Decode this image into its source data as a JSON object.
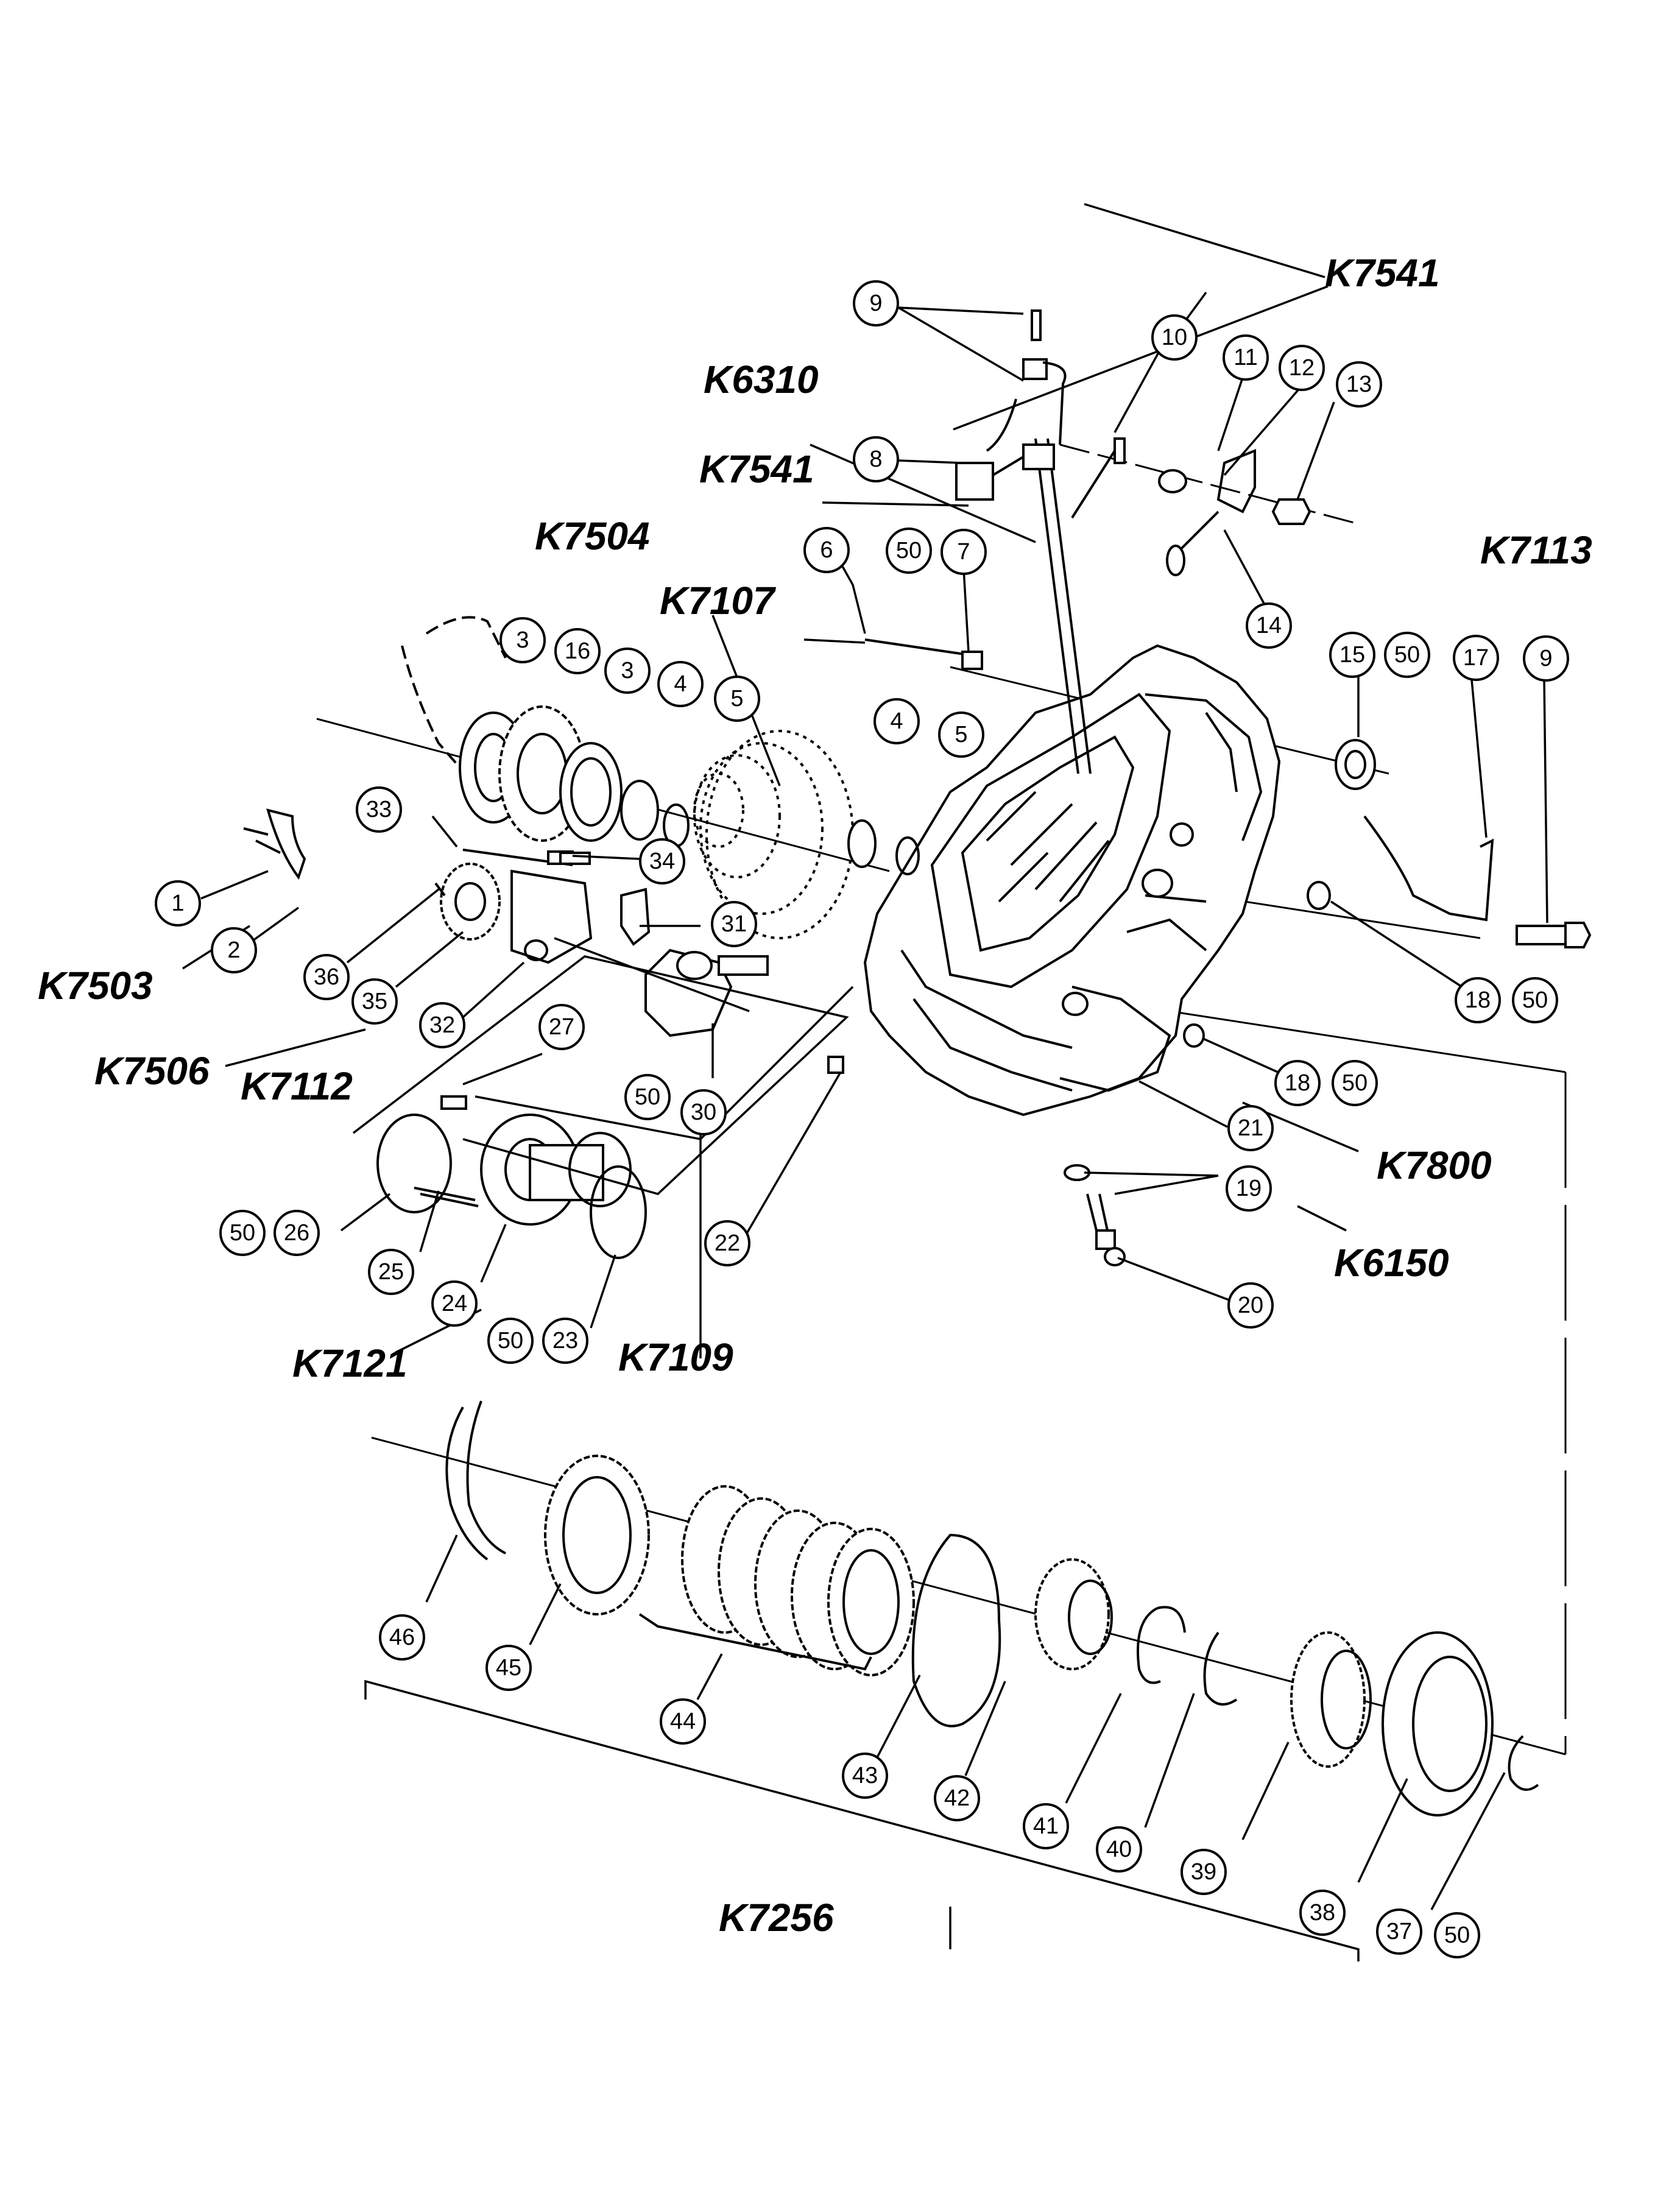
{
  "callouts": [
    {
      "id": "c1",
      "label": "1"
    },
    {
      "id": "c2",
      "label": "2"
    },
    {
      "id": "c3a",
      "label": "3"
    },
    {
      "id": "c16",
      "label": "16"
    },
    {
      "id": "c3b",
      "label": "3"
    },
    {
      "id": "c4a",
      "label": "4"
    },
    {
      "id": "c5a",
      "label": "5"
    },
    {
      "id": "c4b",
      "label": "4"
    },
    {
      "id": "c5b",
      "label": "5"
    },
    {
      "id": "c6",
      "label": "6"
    },
    {
      "id": "c50a",
      "label": "50"
    },
    {
      "id": "c7",
      "label": "7"
    },
    {
      "id": "c8",
      "label": "8"
    },
    {
      "id": "c9a",
      "label": "9"
    },
    {
      "id": "c10",
      "label": "10"
    },
    {
      "id": "c11",
      "label": "11"
    },
    {
      "id": "c12",
      "label": "12"
    },
    {
      "id": "c13",
      "label": "13"
    },
    {
      "id": "c14",
      "label": "14"
    },
    {
      "id": "c15",
      "label": "15"
    },
    {
      "id": "c50b",
      "label": "50"
    },
    {
      "id": "c17",
      "label": "17"
    },
    {
      "id": "c9b",
      "label": "9"
    },
    {
      "id": "c18a",
      "label": "18"
    },
    {
      "id": "c50c",
      "label": "50"
    },
    {
      "id": "c18b",
      "label": "18"
    },
    {
      "id": "c50d",
      "label": "50"
    },
    {
      "id": "c21",
      "label": "21"
    },
    {
      "id": "c19",
      "label": "19"
    },
    {
      "id": "c20",
      "label": "20"
    },
    {
      "id": "c22",
      "label": "22"
    },
    {
      "id": "c33",
      "label": "33"
    },
    {
      "id": "c34",
      "label": "34"
    },
    {
      "id": "c31",
      "label": "31"
    },
    {
      "id": "c36",
      "label": "36"
    },
    {
      "id": "c35",
      "label": "35"
    },
    {
      "id": "c32",
      "label": "32"
    },
    {
      "id": "c27",
      "label": "27"
    },
    {
      "id": "c50e",
      "label": "50"
    },
    {
      "id": "c30",
      "label": "30"
    },
    {
      "id": "c50f",
      "label": "50"
    },
    {
      "id": "c26",
      "label": "26"
    },
    {
      "id": "c25",
      "label": "25"
    },
    {
      "id": "c24",
      "label": "24"
    },
    {
      "id": "c50g",
      "label": "50"
    },
    {
      "id": "c23",
      "label": "23"
    },
    {
      "id": "c46",
      "label": "46"
    },
    {
      "id": "c45",
      "label": "45"
    },
    {
      "id": "c44",
      "label": "44"
    },
    {
      "id": "c43",
      "label": "43"
    },
    {
      "id": "c42",
      "label": "42"
    },
    {
      "id": "c41",
      "label": "41"
    },
    {
      "id": "c40",
      "label": "40"
    },
    {
      "id": "c39",
      "label": "39"
    },
    {
      "id": "c38",
      "label": "38"
    },
    {
      "id": "c37",
      "label": "37"
    },
    {
      "id": "c50h",
      "label": "50"
    }
  ],
  "group_labels": [
    {
      "id": "g7541a",
      "label": "K7541"
    },
    {
      "id": "g6310",
      "label": "K6310"
    },
    {
      "id": "g7541b",
      "label": "K7541"
    },
    {
      "id": "g7504",
      "label": "K7504"
    },
    {
      "id": "g7107",
      "label": "K7107"
    },
    {
      "id": "g7113",
      "label": "K7113"
    },
    {
      "id": "g7503",
      "label": "K7503"
    },
    {
      "id": "g7506",
      "label": "K7506"
    },
    {
      "id": "g7112",
      "label": "K7112"
    },
    {
      "id": "g7800",
      "label": "K7800"
    },
    {
      "id": "g6150",
      "label": "K6150"
    },
    {
      "id": "g7121",
      "label": "K7121"
    },
    {
      "id": "g7109",
      "label": "K7109"
    },
    {
      "id": "g7256",
      "label": "K7256"
    }
  ]
}
